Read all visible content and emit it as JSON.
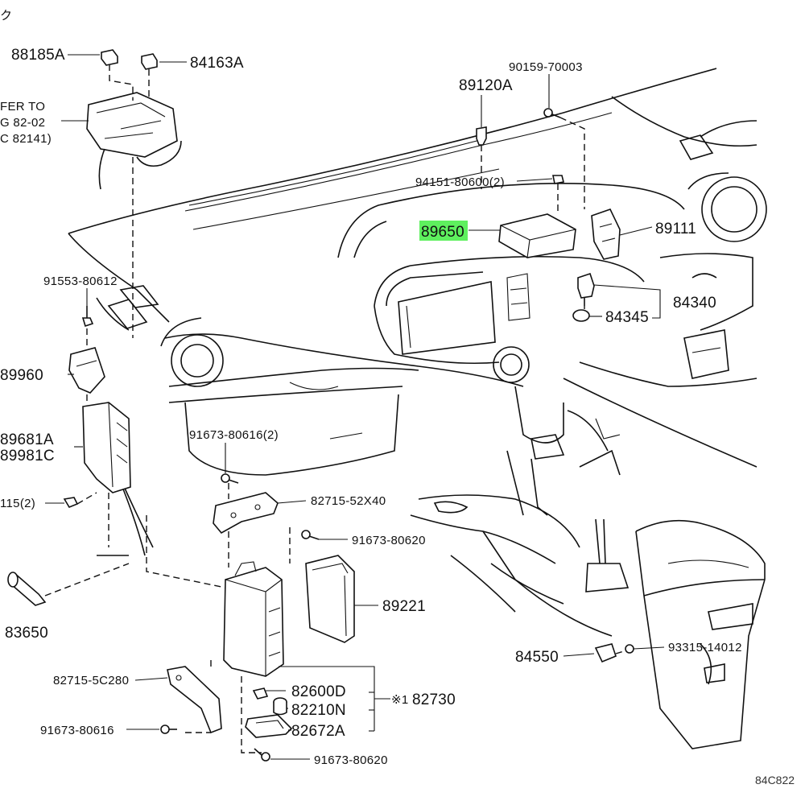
{
  "header": {
    "title_fragment": "ク"
  },
  "refer_note": {
    "line1": "FER TO",
    "line2": "G 82-02",
    "line3": "C 82141)"
  },
  "labels": {
    "p88185A": "88185A",
    "p84163A": "84163A",
    "p89120A": "89120A",
    "p90159": "90159-70003",
    "p94151": "94151-80600(2)",
    "p89650": "89650",
    "p89111": "89111",
    "p84340": "84340",
    "p84345": "84345",
    "p91553": "91553-80612",
    "p89960": "89960",
    "p89681A": "89681A",
    "p89981C": "89981C",
    "p115": "115(2)",
    "p91673_80616_2": "91673-80616(2)",
    "p82715_52X40": "82715-52X40",
    "p91673_80620a": "91673-80620",
    "p89221": "89221",
    "p83650": "83650",
    "p84550": "84550",
    "p93315": "93315-14012",
    "p82715_5C280": "82715-5C280",
    "p82600D": "82600D",
    "p82210N": "82210N",
    "p82672A": "82672A",
    "p82730": "82730",
    "p82730_mark": "※1",
    "p91673_80616": "91673-80616",
    "p91673_80620b": "91673-80620"
  },
  "footer": {
    "diagram_code": "84C822"
  },
  "colors": {
    "highlight": "#5ef05e",
    "ink": "#111111"
  }
}
